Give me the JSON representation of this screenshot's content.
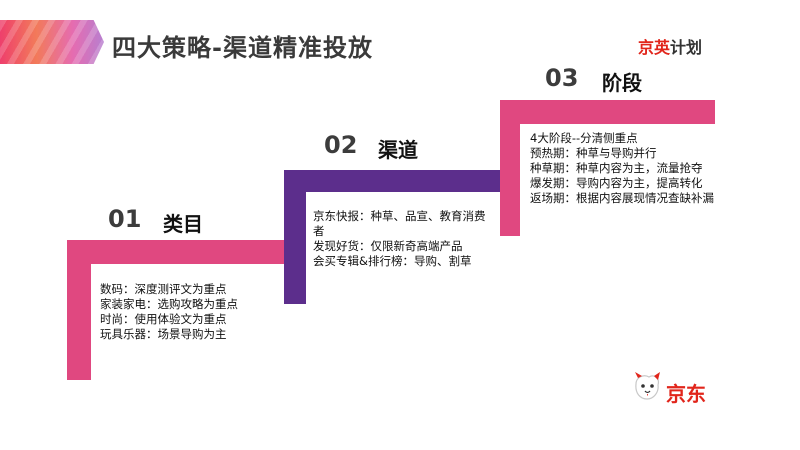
{
  "header": {
    "title": "四大策略-渠道精准投放",
    "brand_red": "京英",
    "brand_dark": "计划"
  },
  "steps": [
    {
      "number": "01",
      "name": "类目",
      "color": "#e04880",
      "lines": [
        "数码：深度测评文为重点",
        "家装家电：选购攻略为重点",
        "时尚：使用体验文为重点",
        "玩具乐器：场景导购为主"
      ]
    },
    {
      "number": "02",
      "name": "渠道",
      "color": "#5c2e8c",
      "lines": [
        "京东快报：种草、品宣、教育消费者",
        "发现好货：仅限新奇高端产品",
        "会买专辑&排行榜：导购、割草"
      ]
    },
    {
      "number": "03",
      "name": "阶段",
      "color": "#e04880",
      "lines": [
        "4大阶段--分清侧重点",
        "预热期：种草与导购并行",
        "种草期：种草内容为主，流量抢夺",
        "爆发期：导购内容为主，提高转化",
        "返场期：根据内容展现情况查缺补漏"
      ]
    }
  ],
  "footer_logo": {
    "text": "京东",
    "icon": "jd-dog-icon"
  }
}
